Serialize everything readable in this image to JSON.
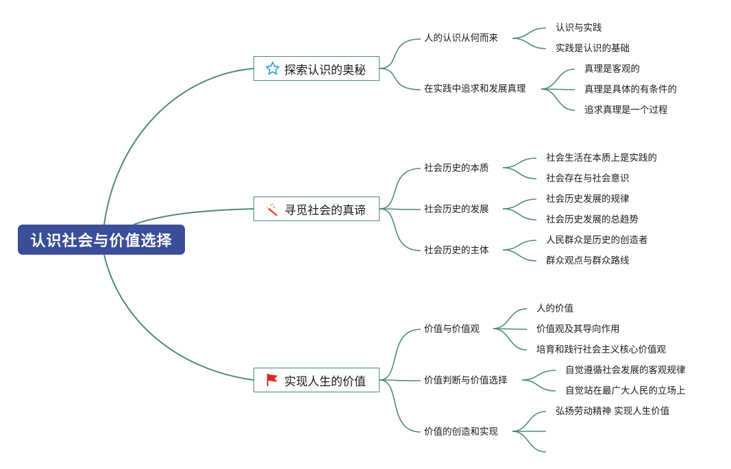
{
  "root": {
    "label": "认识社会与价值选择"
  },
  "colors": {
    "root_fill": "#3a4e9a",
    "line": "#4e8a78",
    "node_border": "#4e8a78"
  },
  "branches": [
    {
      "label": "探索认识的奥秘",
      "icon": "star-outline-icon",
      "children": [
        {
          "label": "人的认识从何而来",
          "children": [
            "认识与实践",
            "实践是认识的基础"
          ]
        },
        {
          "label": "在实践中追求和发展真理",
          "children": [
            "真理是客观的",
            "真理是具体的有条件的",
            "追求真理是一个过程"
          ]
        }
      ]
    },
    {
      "label": "寻觅社会的真谛",
      "icon": "magic-wand-icon",
      "children": [
        {
          "label": "社会历史的本质",
          "children": [
            "社会生活在本质上是实践的",
            "社会存在与社会意识"
          ]
        },
        {
          "label": "社会历史的发展",
          "children": [
            "社会历史发展的规律",
            "社会历史发展的总趋势"
          ]
        },
        {
          "label": "社会历史的主体",
          "children": [
            "人民群众是历史的创造者",
            "群众观点与群众路线"
          ]
        }
      ]
    },
    {
      "label": "实现人生的价值",
      "icon": "red-flag-icon",
      "children": [
        {
          "label": "价值与价值观",
          "children": [
            "人的价值",
            "价值观及其导向作用",
            "培育和践行社会主义核心价值观"
          ]
        },
        {
          "label": "价值判断与价值选择",
          "children": [
            "自觉遵循社会发展的客观规律",
            "自觉站在最广大人民的立场上"
          ]
        },
        {
          "label": "价值的创造和实现",
          "children": [
            "弘扬劳动精神 实现人生价值",
            "",
            ""
          ]
        }
      ]
    }
  ]
}
